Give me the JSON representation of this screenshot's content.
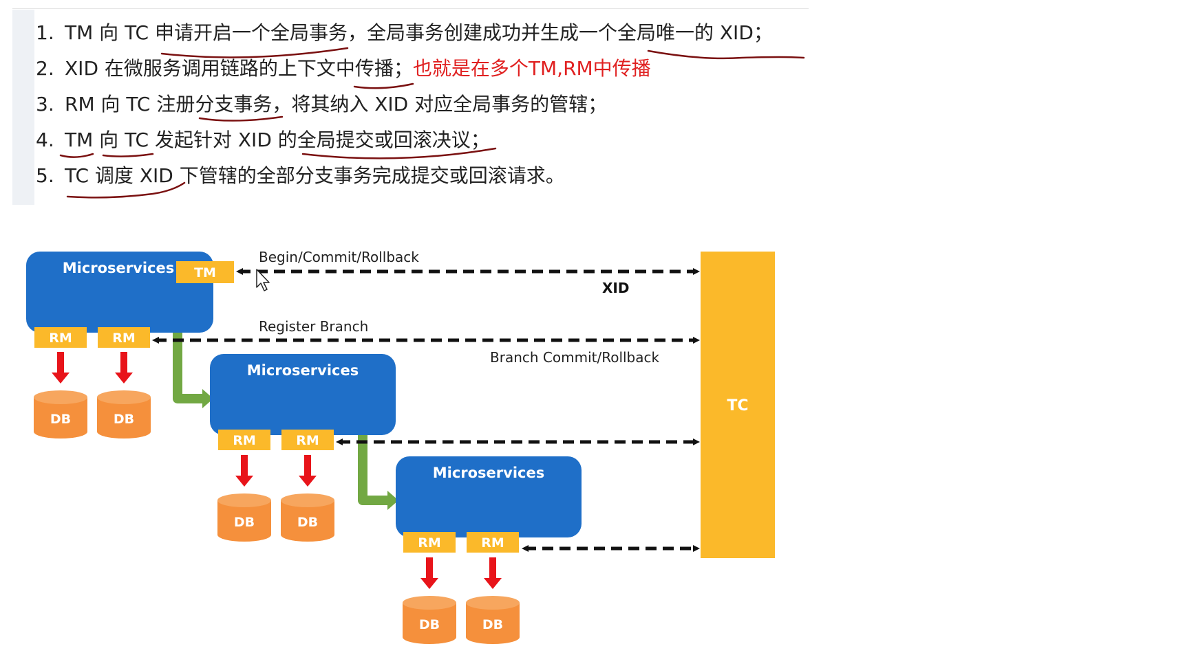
{
  "steps": [
    {
      "num": "1.",
      "text": "TM 向 TC 申请开启一个全局事务，全局事务创建成功并生成一个全局唯一的 XID；",
      "note": ""
    },
    {
      "num": "2.",
      "text": "XID 在微服务调用链路的上下文中传播；",
      "note": "也就是在多个TM,RM中传播"
    },
    {
      "num": "3.",
      "text": "RM 向 TC 注册分支事务，将其纳入 XID 对应全局事务的管辖；",
      "note": ""
    },
    {
      "num": "4.",
      "text": "TM 向 TC 发起针对 XID 的全局提交或回滚决议；",
      "note": ""
    },
    {
      "num": "5.",
      "text": "TC 调度 XID 下管辖的全部分支事务完成提交或回滚请求。",
      "note": ""
    }
  ],
  "diagram": {
    "microservices_label": "Microservices",
    "tm_label": "TM",
    "rm_label": "RM",
    "db_label": "DB",
    "tc_label": "TC",
    "arrow_begin_label": "Begin/Commit/Rollback",
    "arrow_xid_label": "XID",
    "arrow_register_label": "Register Branch",
    "arrow_branch_label": "Branch Commit/Rollback"
  },
  "colors": {
    "microservice_blue": "#1f6fc8",
    "tag_yellow": "#fbb92a",
    "tc_yellow": "#fbb92a",
    "db_orange": "#f5903c",
    "flow_green": "#72a843",
    "down_red": "#e8141a",
    "annotation_red": "#e02020",
    "underline_dark_red": "#7a1010"
  }
}
